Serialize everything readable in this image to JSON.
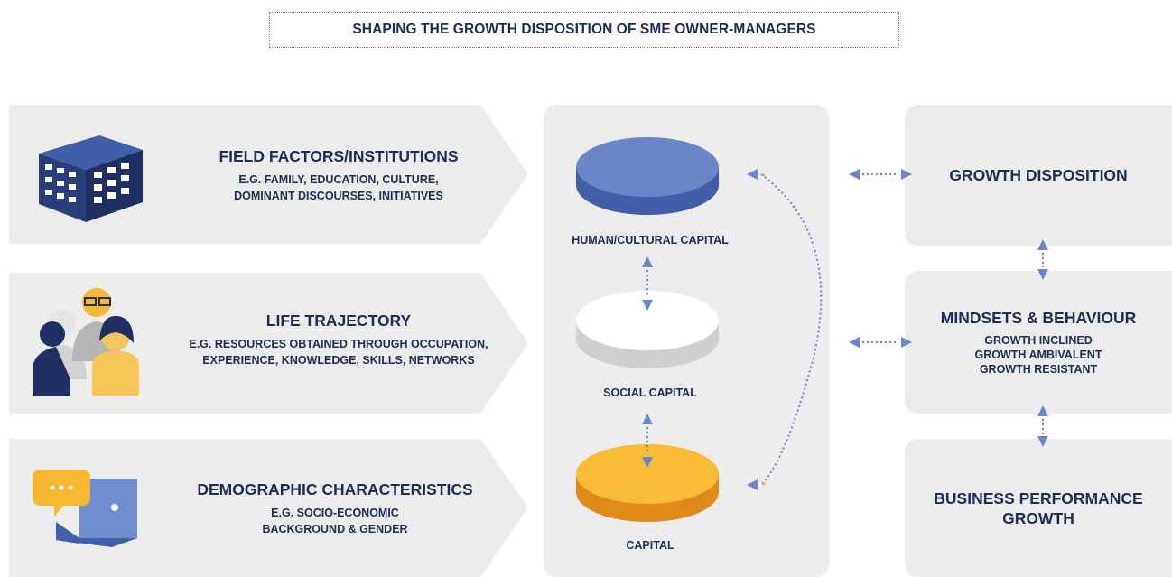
{
  "title": "SHAPING THE GROWTH DISPOSITION OF SME OWNER-MANAGERS",
  "left_panels": [
    {
      "heading": "FIELD FACTORS/INSTITUTIONS",
      "lines": [
        "E.G. FAMILY, EDUCATION, CULTURE,",
        "DOMINANT DISCOURSES, INITIATIVES"
      ],
      "icon": "building-icon"
    },
    {
      "heading": "LIFE TRAJECTORY",
      "lines": [
        "E.G. RESOURCES OBTAINED THROUGH OCCUPATION,",
        "EXPERIENCE, KNOWLEDGE, SKILLS, NETWORKS"
      ],
      "icon": "people-icon"
    },
    {
      "heading": "DEMOGRAPHIC CHARACTERISTICS",
      "lines": [
        "E.G. SOCIO-ECONOMIC",
        "BACKGROUND & GENDER"
      ],
      "icon": "laptop-chat-icon"
    }
  ],
  "capitals": [
    {
      "label": "HUMAN/CULTURAL CAPITAL",
      "color": "#5b7cc4"
    },
    {
      "label": "SOCIAL CAPITAL",
      "color": "#ffffff"
    },
    {
      "label": "CAPITAL",
      "color": "#f5b830"
    }
  ],
  "right_boxes": [
    {
      "heading": "GROWTH DISPOSITION",
      "lines": []
    },
    {
      "heading": "MINDSETS & BEHAVIOUR",
      "lines": [
        "GROWTH INCLINED",
        "GROWTH AMBIVALENT",
        "GROWTH RESISTANT"
      ]
    },
    {
      "heading": "BUSINESS PERFORMANCE GROWTH",
      "lines": []
    }
  ],
  "colors": {
    "text": "#1f2d55",
    "panel": "#ececec",
    "arrow": "#6a86c8",
    "accent_orange": "#f5b830"
  }
}
